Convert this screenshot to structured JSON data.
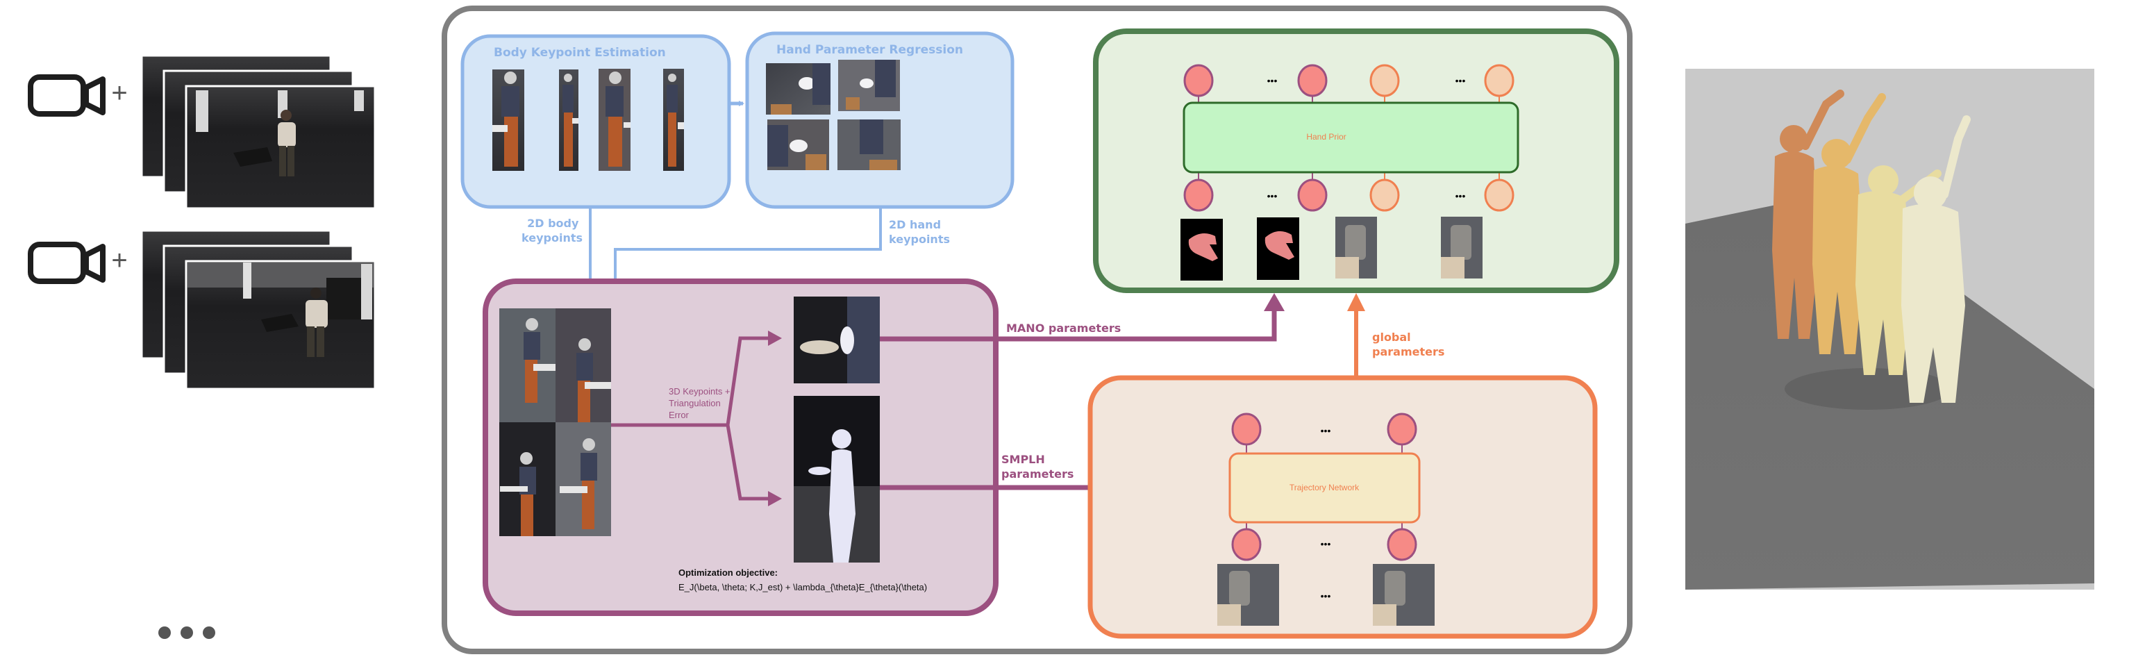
{
  "colors": {
    "frame": "#808080",
    "blue_stroke": "#8fb5e8",
    "blue_fill": "#d6e6f7",
    "purple_stroke": "#9c5080",
    "purple_fill": "#dfcdd9",
    "green_stroke": "#508050",
    "green_fill": "#e6f0df",
    "orange_stroke": "#f08050",
    "orange_fill": "#f2e6dc",
    "hand_prior_fill": "#c3f5c5",
    "hand_prior_stroke": "#2e6b2a",
    "traj_fill": "#f5eac6",
    "node_pink": "#f68a86",
    "node_peach": "#f5cfb0"
  },
  "inputs": {
    "cameras": [
      {
        "icon": "video-camera-icon",
        "plus": "+",
        "frames": 3
      },
      {
        "icon": "video-camera-icon",
        "plus": "+",
        "frames": 3
      }
    ],
    "more": "•••"
  },
  "body_keypoint": {
    "title": "Body Keypoint Estimation",
    "output_label": [
      "2D body",
      "keypoints"
    ]
  },
  "hand_regression": {
    "title": "Hand Parameter Regression",
    "output_label": [
      "2D hand",
      "keypoints"
    ]
  },
  "triangulation": {
    "branch_label": [
      "3D Keypoints +",
      "Triangulation",
      "Error"
    ],
    "objective_title": "Optimization objective:",
    "objective_formula": "E_J(\\beta, \\theta; K,J_est) + \\lambda_{\\theta}E_{\\theta}(\\theta)"
  },
  "hand_prior": {
    "label": "Hand Prior",
    "ellipsis": "•••"
  },
  "trajectory": {
    "label": "Trajectory Network",
    "ellipsis": "•••"
  },
  "edges": {
    "mano": "MANO parameters",
    "smplh": [
      "SMPLH",
      "parameters"
    ],
    "global": [
      "global",
      "parameters"
    ]
  }
}
